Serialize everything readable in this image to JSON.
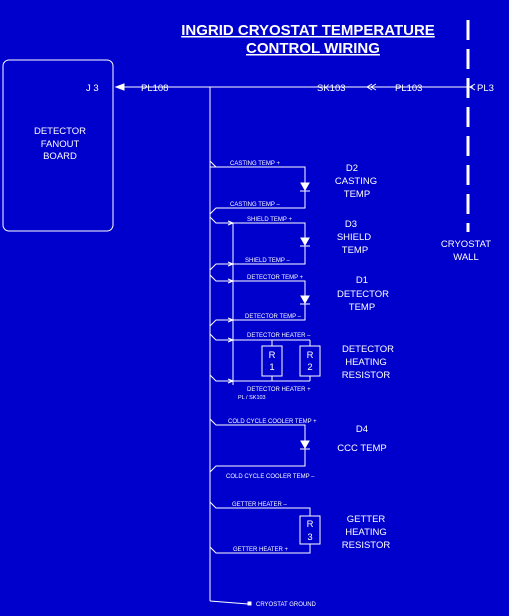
{
  "title": {
    "line1": "INGRID CRYOSTAT TEMPERATURE",
    "line2": "CONTROL WIRING"
  },
  "connectors": {
    "j3": "J 3",
    "pl108": "PL108",
    "sk103": "SK103",
    "pl103": "PL103",
    "pl3": "PL3",
    "pl_sk103": "PL / SK103"
  },
  "fanout_board": {
    "line1": "DETECTOR",
    "line2": "FANOUT",
    "line3": "BOARD"
  },
  "cryostat_wall": {
    "line1": "CRYOSTAT",
    "line2": "WALL"
  },
  "d2": {
    "name": "D2",
    "line1": "CASTING",
    "line2": "TEMP",
    "wire_plus": "CASTING TEMP +",
    "wire_minus": "CASTING TEMP –"
  },
  "d3": {
    "name": "D3",
    "line1": "SHIELD",
    "line2": "TEMP",
    "wire_plus": "SHIELD TEMP +",
    "wire_minus": "SHIELD TEMP –"
  },
  "d1": {
    "name": "D1",
    "line1": "DETECTOR",
    "line2": "TEMP",
    "wire_plus": "DETECTOR TEMP +",
    "wire_minus": "DETECTOR TEMP –"
  },
  "heater": {
    "line1": "DETECTOR",
    "line2": "HEATING",
    "line3": "RESISTOR",
    "wire_minus": "DETECTOR HEATER –",
    "wire_plus": "DETECTOR HEATER +",
    "r1_a": "R",
    "r1_b": "1",
    "r2_a": "R",
    "r2_b": "2"
  },
  "d4": {
    "name": "D4",
    "line1": "CCC TEMP",
    "wire_plus": "COLD CYCLE COOLER TEMP +",
    "wire_minus": "COLD CYCLE COOLER TEMP –"
  },
  "getter": {
    "line1": "GETTER",
    "line2": "HEATING",
    "line3": "RESISTOR",
    "wire_minus": "GETTER HEATER –",
    "wire_plus": "GETTER HEATER +",
    "r3_a": "R",
    "r3_b": "3"
  },
  "ground": "CRYOSTAT GROUND"
}
